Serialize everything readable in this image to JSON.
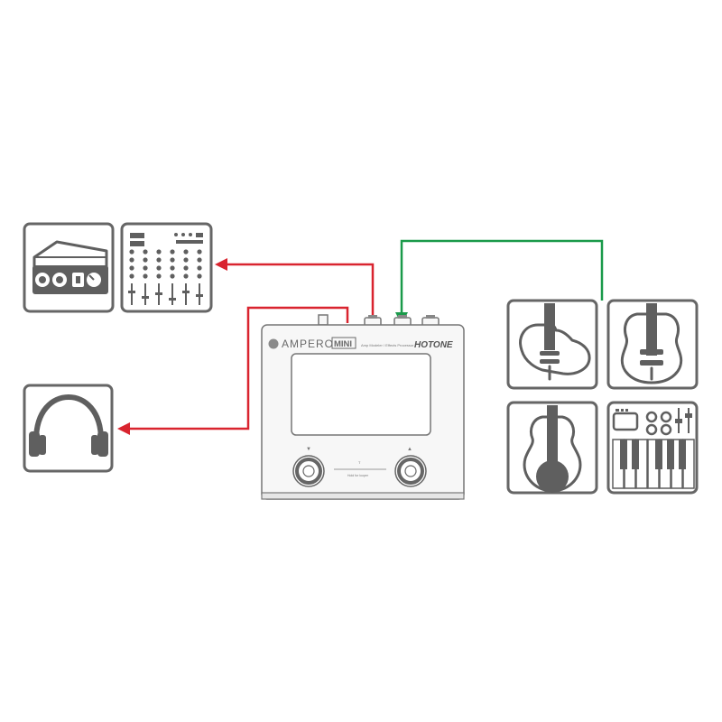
{
  "device": {
    "name_part1": "AMPERO",
    "name_part2": "MINI",
    "subtitle": "Amp Modeler / Effects Processor",
    "brand": "HOTONE",
    "footswitch_caption": "Hold for looper",
    "left_arrow": "▼",
    "right_arrow": "▲"
  },
  "colors": {
    "output_line": "#d9242f",
    "input_line": "#1a9a4a",
    "icon_gray": "#666666"
  },
  "icons": {
    "audio_interface": "audio-interface-icon",
    "mixer": "mixer-icon",
    "headphones": "headphones-icon",
    "electric_guitar": "electric-guitar-icon",
    "bass_guitar": "bass-guitar-icon",
    "acoustic_guitar": "acoustic-guitar-icon",
    "keyboard": "keyboard-synth-icon"
  }
}
